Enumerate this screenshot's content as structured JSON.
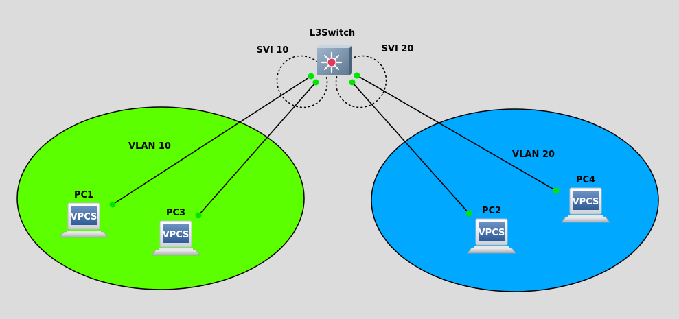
{
  "switch": {
    "label": "L3Switch"
  },
  "svis": [
    {
      "label": "SVI 10"
    },
    {
      "label": "SVI 20"
    }
  ],
  "vlans": [
    {
      "label": "VLAN 10",
      "color": "#5cff00"
    },
    {
      "label": "VLAN 20",
      "color": "#00a8ff"
    }
  ],
  "pcs": [
    {
      "label": "PC1",
      "screen_text": "VPCS"
    },
    {
      "label": "PC2",
      "screen_text": "VPCS"
    },
    {
      "label": "PC3",
      "screen_text": "VPCS"
    },
    {
      "label": "PC4",
      "screen_text": "VPCS"
    }
  ],
  "colors": {
    "background": "#dcdcdc",
    "link_endpoint": "#00e600",
    "link": "#000000"
  }
}
